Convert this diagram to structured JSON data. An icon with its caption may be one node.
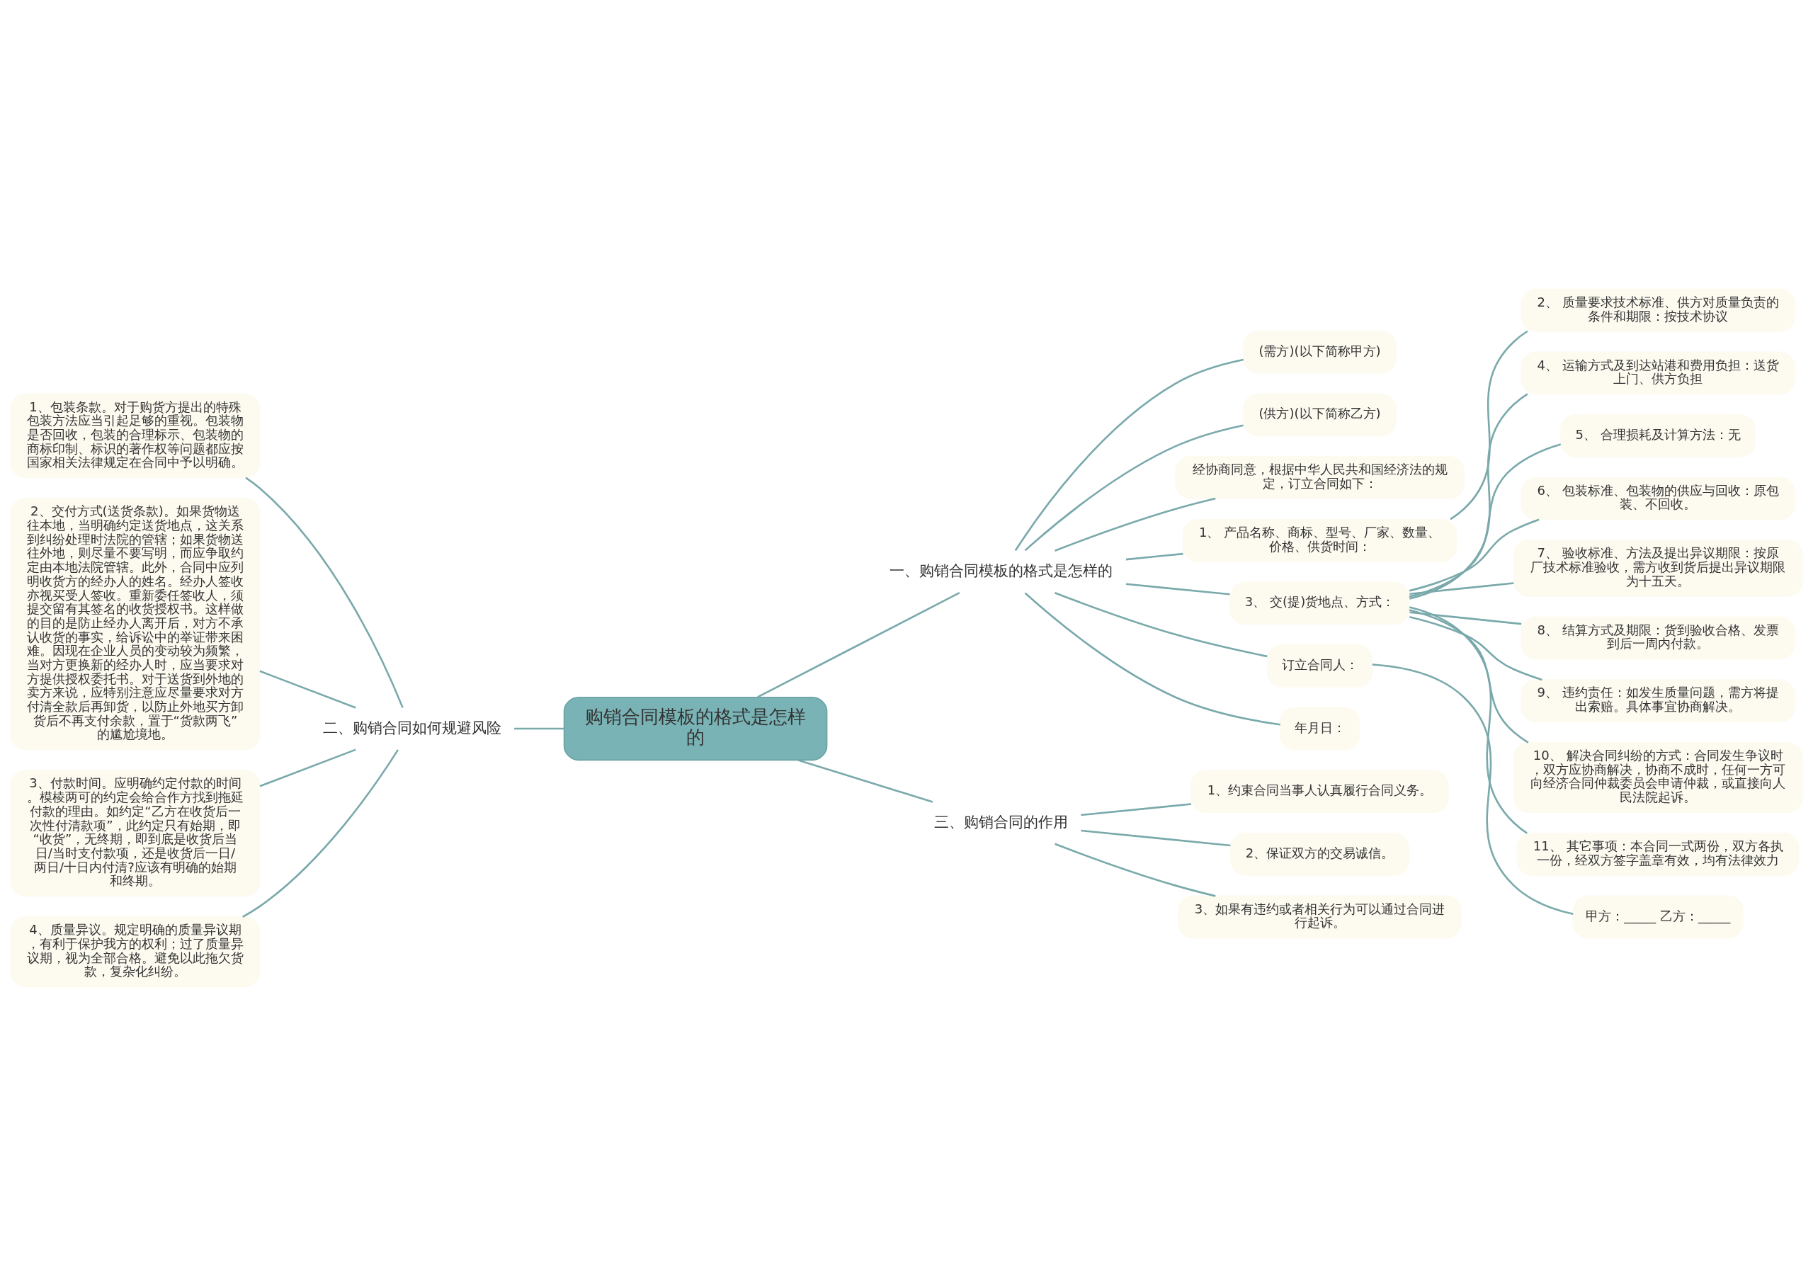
{
  "diagram": {
    "nodes": [
      {
        "text": [
          "购销合同模板的格式是怎样的"
        ]
      },
      {
        "text": [
          "一、购销合同模板的格式是怎样的"
        ]
      },
      {
        "text": [
          "(需方)(以下简称甲方)"
        ]
      },
      {
        "text": [
          "(供方)(以下简称乙方)"
        ]
      },
      {
        "text": [
          "经协商同意，根据中华人民共和国经济法的规定，订立合同如下："
        ]
      },
      {
        "text": [
          "1、 产品名称、商标、型号、厂家、数量、价格、供货时间："
        ]
      },
      {
        "text": [
          "2、 质量要求技术标准、供方对质量负责的条件和期限：按技术协议"
        ]
      },
      {
        "text": [
          "3、 交(提)货地点、方式："
        ]
      },
      {
        "text": [
          "4、 运输方式及到达站港和费用负担：送货上门、供方负担"
        ]
      },
      {
        "text": [
          "5、 合理损耗及计算方法：无"
        ]
      },
      {
        "text": [
          "6、 包装标准、包装物的供应与回收：原包装、不回收。"
        ]
      },
      {
        "text": [
          "7、 验收标准、方法及提出异议期限：按原厂技术标准验收，需方收到货后提出异议期限为十五天。"
        ]
      },
      {
        "text": [
          "8、 结算方式及期限：货到验收合格、发票到后一周内付款。"
        ]
      },
      {
        "text": [
          "9、 违约责任：如发生质量问题，需方将提出索赔。具体事宜协商解决。"
        ]
      },
      {
        "text": [
          "10、 解决合同纠纷的方式：合同发生争议时，双方应协商解决，协商不成时，任何一方可向经济合同仲裁委员会申请仲裁，或直接向人民法院起诉。"
        ]
      },
      {
        "text": [
          "11、 其它事项：本合同一式两份，双方各执一份，经双方签字盖章有效，均有法律效力"
        ]
      },
      {
        "text": [
          "订立合同人："
        ]
      },
      {
        "text": [
          "甲方：_____ 乙方：_____"
        ]
      },
      {
        "text": [
          "年月日："
        ]
      },
      {
        "text": [
          "二、购销合同如何规避风险"
        ]
      },
      {
        "text": [
          "1、包装条款。对于购货方提出的特殊包装方法应当引起足够的重视。包装物是否回收，包装的合理标示、包装物的商标印制、标识的著作权等问题都应按国家相关法律规定在合同中予以明确。"
        ]
      },
      {
        "text": [
          "2、交付方式(送货条款)。如果货物送往本地，当明确约定送货地点，这关系到纠纷处理时法院的管辖；如果货物送往外地，则尽量不要写明，而应争取约定由本地法院管辖。此外，合同中应列明收货方的经办人的姓名。经办人签收亦视买受人签收。重新委任签收人，须提交留有其签名的收货授权书。这样做的目的是防止经办人离开后，对方不承认收货的事实，给诉讼中的举证带来困难。因现在企业人员的变动较为频繁，当对方更换新的经办人时，应当要求对方提供授权委托书。对于送货到外地的卖方来说，应特别注意应尽量要求对方付清全款后再卸货，以防止外地买方卸货后不再支付余款，置于“货款两飞”的尴尬境地。"
        ]
      },
      {
        "text": [
          "3、付款时间。应明确约定付款的时间。模棱两可的约定会给合作方找到拖延付款的理由。如约定“乙方在收货后一次性付清款项”，此约定只有始期，即“收货”，无终期，即到底是收货后当日/当时支付款项，还是收货后一日/两日/十日内付清?应该有明确的始期和终期。"
        ]
      },
      {
        "text": [
          "4、质量异议。规定明确的质量异议期，有利于保护我方的权利；过了质量异议期，视为全部合格。避免以此拖欠货款，复杂化纠纷。"
        ]
      },
      {
        "text": [
          "三、购销合同的作用"
        ]
      },
      {
        "text": [
          "1、约束合同当事人认真履行合同义务。"
        ]
      },
      {
        "text": [
          "2、保证双方的交易诚信。"
        ]
      },
      {
        "text": [
          "3、如果有违约或者相关行为可以通过合同进行起诉。"
        ]
      }
    ],
    "edges": [
      {
        "from": 0,
        "to": 1,
        "arrow": "none"
      },
      {
        "from": 1,
        "to": 2,
        "arrow": "none"
      },
      {
        "from": 1,
        "to": 3,
        "arrow": "none"
      },
      {
        "from": 1,
        "to": 4,
        "arrow": "none"
      },
      {
        "from": 1,
        "to": 5,
        "arrow": "none"
      },
      {
        "from": 5,
        "to": 6,
        "arrow": "none"
      },
      {
        "from": 1,
        "to": 7,
        "arrow": "none"
      },
      {
        "from": 7,
        "to": 8,
        "arrow": "none"
      },
      {
        "from": 7,
        "to": 9,
        "arrow": "none"
      },
      {
        "from": 7,
        "to": 10,
        "arrow": "none"
      },
      {
        "from": 7,
        "to": 11,
        "arrow": "none"
      },
      {
        "from": 7,
        "to": 12,
        "arrow": "none"
      },
      {
        "from": 7,
        "to": 13,
        "arrow": "none"
      },
      {
        "from": 7,
        "to": 14,
        "arrow": "none"
      },
      {
        "from": 7,
        "to": 15,
        "arrow": "none"
      },
      {
        "from": 1,
        "to": 16,
        "arrow": "none"
      },
      {
        "from": 16,
        "to": 17,
        "arrow": "none"
      },
      {
        "from": 1,
        "to": 18,
        "arrow": "none"
      },
      {
        "from": 0,
        "to": 19,
        "arrow": "none"
      },
      {
        "from": 19,
        "to": 20,
        "arrow": "none"
      },
      {
        "from": 19,
        "to": 21,
        "arrow": "none"
      },
      {
        "from": 19,
        "to": 22,
        "arrow": "none"
      },
      {
        "from": 19,
        "to": 23,
        "arrow": "none"
      },
      {
        "from": 0,
        "to": 24,
        "arrow": "none"
      },
      {
        "from": 24,
        "to": 25,
        "arrow": "none"
      },
      {
        "from": 24,
        "to": 26,
        "arrow": "none"
      },
      {
        "from": 24,
        "to": 27,
        "arrow": "none"
      }
    ]
  }
}
